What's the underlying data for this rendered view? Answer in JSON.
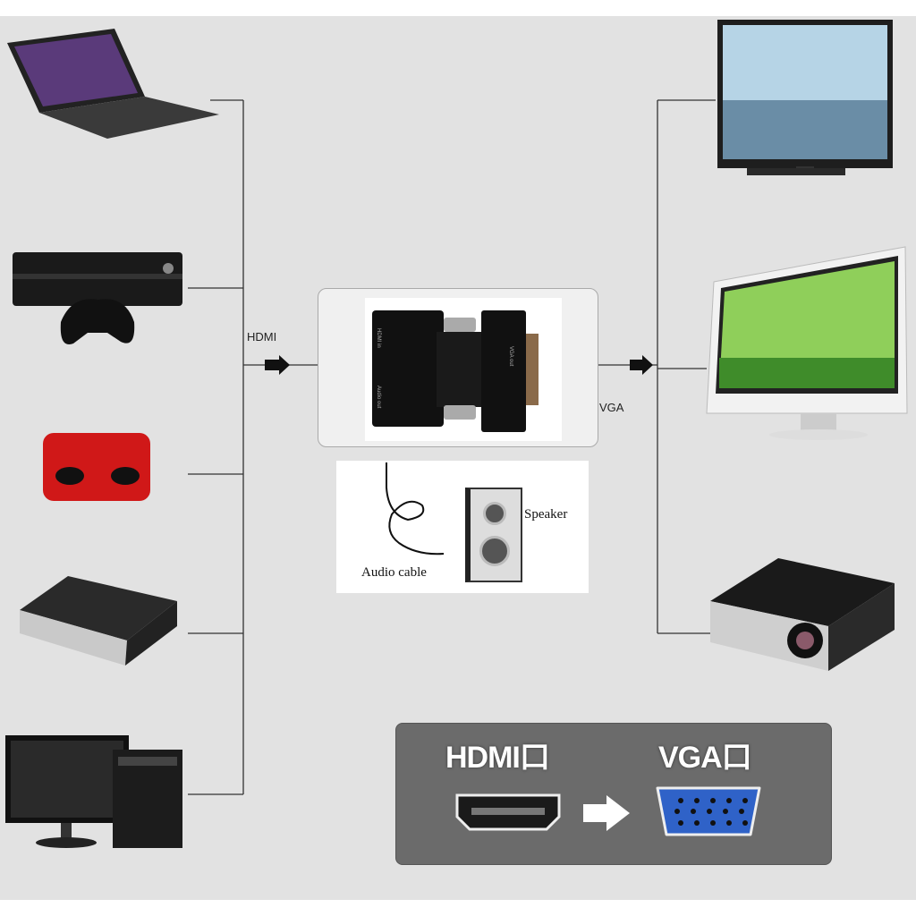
{
  "labels": {
    "hdmi": "HDMI",
    "vga": "VGA"
  },
  "adapter": {
    "left_port": "HDMI in",
    "audio_port": "Audio out",
    "right_port": "VGA out"
  },
  "audio": {
    "cable_label": "Audio cable",
    "speaker_label": "Speaker"
  },
  "panel": {
    "hdmi_title": "HDMI口",
    "vga_title": "VGA口"
  },
  "sources": [
    "laptop",
    "game-console",
    "tv-box",
    "dvd-player",
    "desktop-pc"
  ],
  "displays": [
    "tv",
    "monitor",
    "projector"
  ],
  "colors": {
    "background": "#e2e2e2",
    "panel": "#6b6b6b",
    "vga_blue": "#2f62c8"
  }
}
